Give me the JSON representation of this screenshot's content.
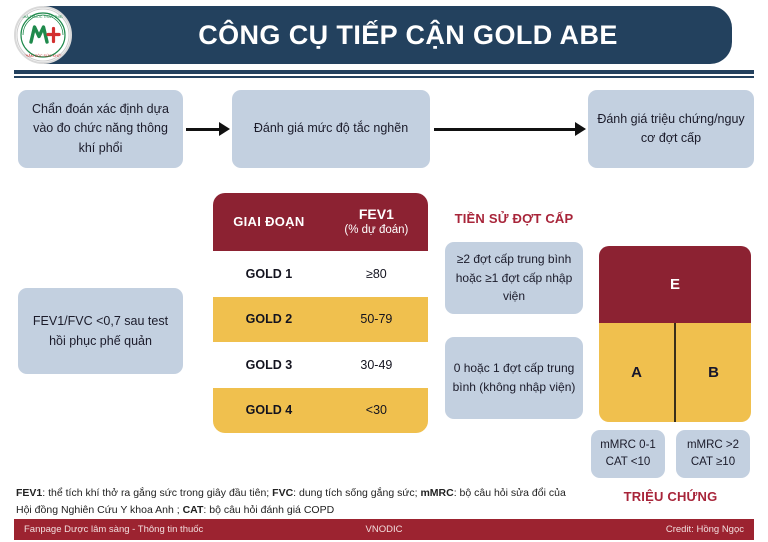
{
  "header": {
    "title": "CÔNG CỤ TIẾP CẬN GOLD ABE",
    "logo_name": "medical-cross-logo",
    "bar_color": "#23415E"
  },
  "flow": {
    "steps": [
      {
        "text": "Chẩn đoán xác định dựa vào đo chức năng thông khí phổi"
      },
      {
        "text": "Đánh giá mức độ tắc nghẽn"
      },
      {
        "text": "Đánh giá triệu chứng/nguy cơ đợt cấp"
      }
    ],
    "box_color": "#C3D0E0"
  },
  "spirometry": {
    "criterion": "FEV1/FVC <0,7 sau test hồi phục phế quản"
  },
  "gold_table": {
    "header": {
      "stage_label": "GIAI ĐOẠN",
      "fev1_label": "FEV1",
      "fev1_sublabel": "(% dự đoán)"
    },
    "header_color": "#8C2232",
    "highlight_color": "#F0C04E",
    "rows": [
      {
        "stage": "GOLD 1",
        "fev1": "≥80",
        "highlight": false
      },
      {
        "stage": "GOLD 2",
        "fev1": "50-79",
        "highlight": true
      },
      {
        "stage": "GOLD 3",
        "fev1": "30-49",
        "highlight": false
      },
      {
        "stage": "GOLD 4",
        "fev1": "<30",
        "highlight": true
      }
    ]
  },
  "exacerbation": {
    "title": "TIỀN SỬ ĐỢT CẤP",
    "title_color": "#A8253A",
    "items": [
      {
        "text": "≥2 đợt cấp trung bình hoặc ≥1 đợt cấp nhập viện"
      },
      {
        "text": "0 hoặc 1 đợt cấp trung bình (không nhập viện)"
      }
    ]
  },
  "abe_grid": {
    "e_label": "E",
    "a_label": "A",
    "b_label": "B",
    "e_color": "#8C2232",
    "ab_color": "#F0C04E"
  },
  "symptoms": {
    "title": "TRIỆU CHỨNG",
    "title_color": "#A8253A",
    "boxes": [
      {
        "line1": "mMRC 0-1",
        "line2": "CAT <10"
      },
      {
        "line1": "mMRC >2",
        "line2": "CAT ≥10"
      }
    ]
  },
  "footnote": {
    "part1_label": "FEV1",
    "part1_text": ": thể tích khí thở ra gắng sức trong giây đầu tiên; ",
    "part2_label": "FVC",
    "part2_text": ": dung tích sống gắng sức; ",
    "part3_label": "mMRC",
    "part3_text": ": bộ câu hỏi sửa đổi của Hội đồng Nghiên Cứu Y khoa Anh ; ",
    "part4_label": "CAT",
    "part4_text": ": bộ câu hỏi đánh giá COPD"
  },
  "credit_bar": {
    "left": "Fanpage Dược lâm sàng - Thông tin thuốc",
    "center": "VNODIC",
    "right": "Credit: Hồng Ngọc",
    "color": "#9C2330"
  }
}
